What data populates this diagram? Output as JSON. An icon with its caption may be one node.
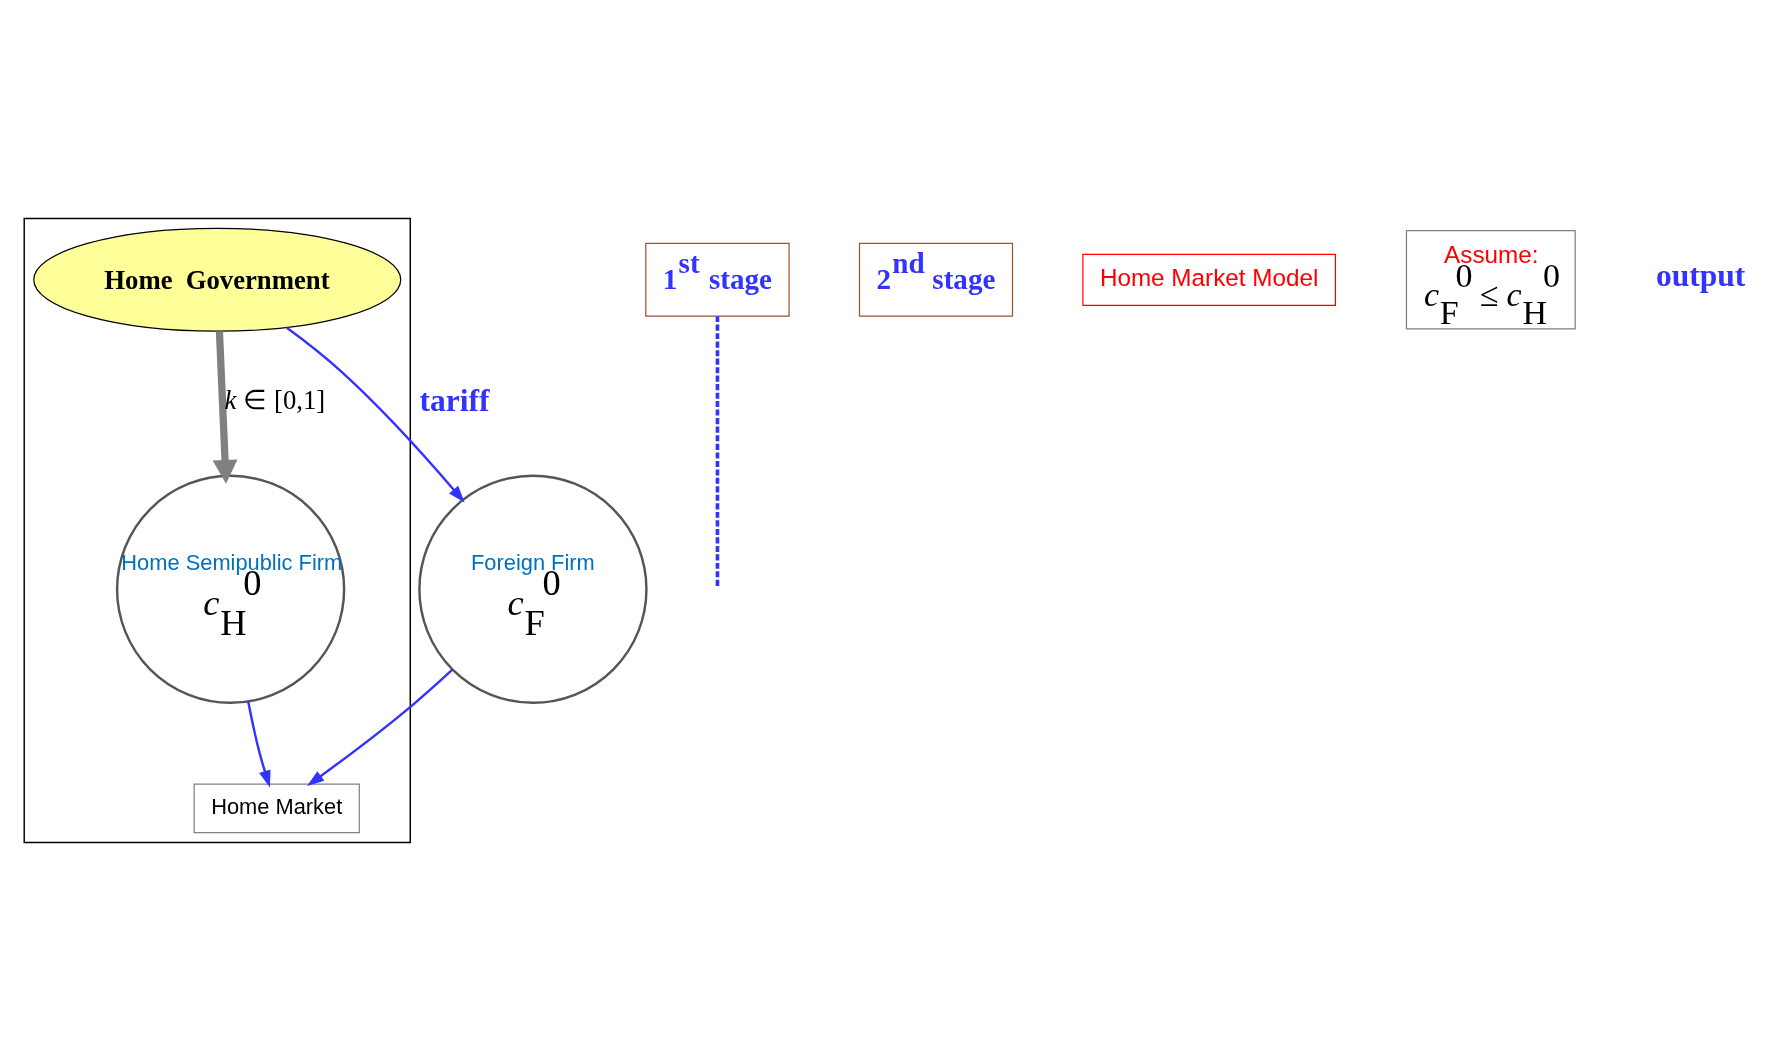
{
  "diagram": {
    "nodes": [
      {
        "text": [],
        "shape": "box"
      },
      {
        "text": [
          "Home Government"
        ],
        "in": 0
      },
      {
        "text": [
          "Home Semipublic Firm",
          "*c*$_{H}$$^{0}$"
        ],
        "in": 0
      },
      {
        "text": [
          "Home Market"
        ],
        "in": 0
      },
      {
        "text": [
          "Foreign Firm",
          "*c*$_{F}$$^{0}$"
        ]
      },
      {
        "text": [
          "1$^{st}$ stage"
        ]
      },
      {
        "text": [
          "2$^{nd}$ stage"
        ]
      },
      {
        "text": [
          "Home Market Model"
        ]
      },
      {
        "text": [
          "Assume:",
          "*c*$_{F}$$^{0}$ ≤ *c*$_{H}$$^{0}$"
        ]
      }
    ],
    "edges": [
      {
        "from": 1,
        "to": 2,
        "arrow": "to",
        "label": "*k* ∈ [0,1]",
        "style": "thick",
        "color": "#808080"
      },
      {
        "from": 1,
        "to": 4,
        "arrow": "to",
        "label": "tariff"
      },
      {
        "from": 5,
        "to": null,
        "arrow": "none",
        "style": "dashed"
      },
      {
        "from": 2,
        "to": 3,
        "arrow": "to"
      },
      {
        "from": 4,
        "to": 3,
        "arrow": "to"
      }
    ],
    "labels": [
      "output"
    ]
  }
}
